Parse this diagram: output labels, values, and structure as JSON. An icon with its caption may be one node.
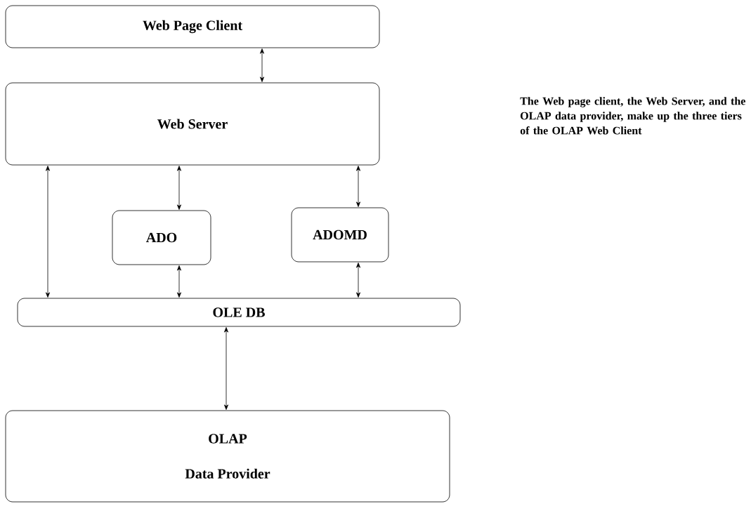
{
  "diagram": {
    "nodes": [
      {
        "text": [
          "Web Page Client"
        ]
      },
      {
        "text": [
          "Web Server"
        ]
      },
      {
        "text": [
          "ADO"
        ]
      },
      {
        "text": [
          "ADOMD"
        ]
      },
      {
        "text": [
          "OLE DB"
        ]
      },
      {
        "text": [
          "OLAP",
          "Data Provider"
        ]
      }
    ],
    "edges": [
      {
        "from": 0,
        "to": 1,
        "arrow": "both"
      },
      {
        "from": 1,
        "to": 4,
        "arrow": "both"
      },
      {
        "from": 1,
        "to": 2,
        "arrow": "both"
      },
      {
        "from": 1,
        "to": 3,
        "arrow": "both"
      },
      {
        "from": 2,
        "to": 4,
        "arrow": "both"
      },
      {
        "from": 3,
        "to": 4,
        "arrow": "both"
      },
      {
        "from": 4,
        "to": 5,
        "arrow": "both"
      }
    ],
    "labels": [
      "The Web page client, the Web Server, and the OLAP data provider, make up the three tiers of the OLAP Web Client"
    ]
  }
}
